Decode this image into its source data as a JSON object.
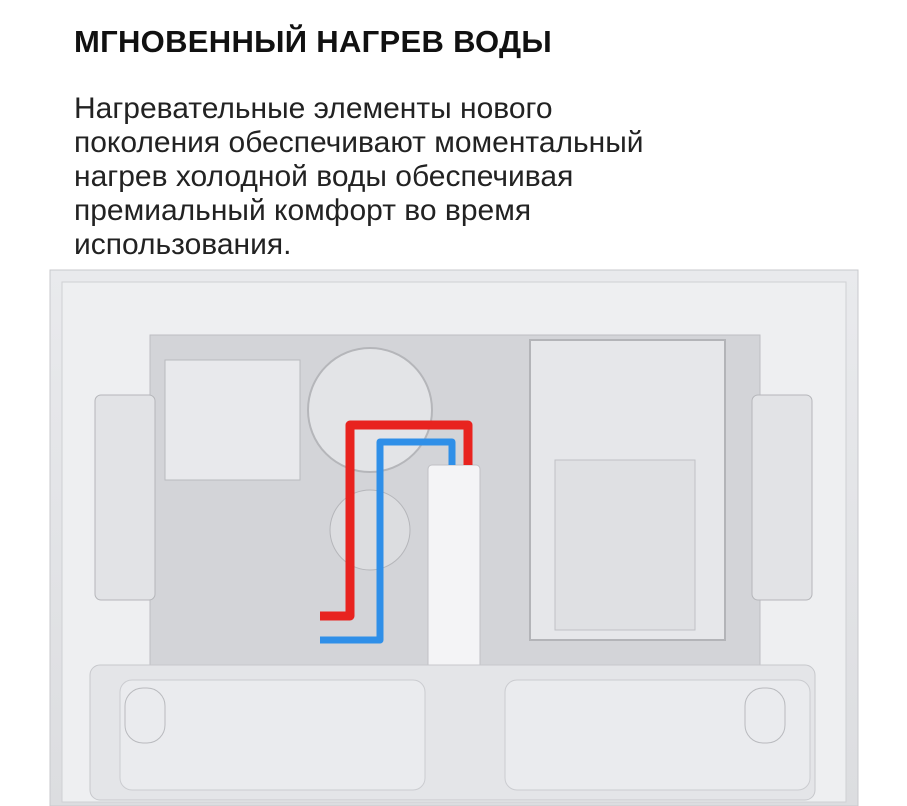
{
  "heading": "МГНОВЕННЫЙ НАГРЕВ ВОДЫ",
  "description_lines": [
    "Нагревательные элементы нового",
    "поколения обеспечивают моментальный",
    "нагрев холодной воды обеспечивая",
    "премиальный комфорт во время",
    "использования."
  ],
  "colors": {
    "hot_pipe": "#e8231f",
    "cold_pipe": "#2f8fe8"
  }
}
